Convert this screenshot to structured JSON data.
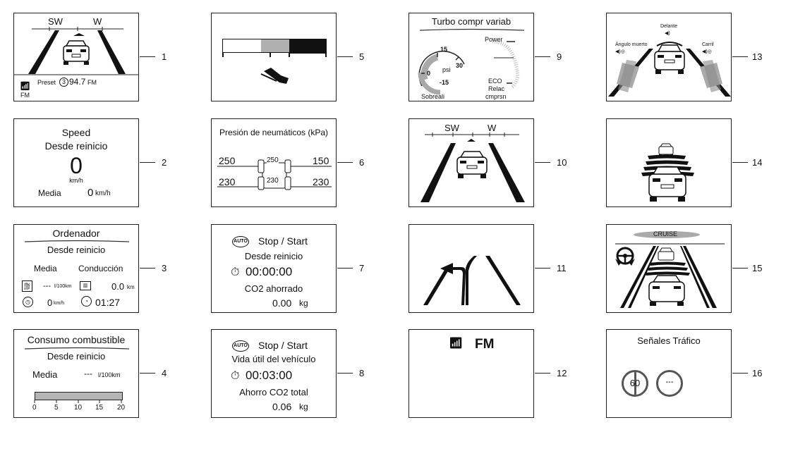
{
  "panels": {
    "p1": {
      "number": "1",
      "compass_sw": "SW",
      "compass_w": "W",
      "preset_label": "Preset",
      "preset_num": "3",
      "station": "94.7",
      "band_unit": "FM",
      "band": "FM"
    },
    "p2": {
      "number": "2",
      "title": "Speed",
      "subtitle": "Desde reinicio",
      "speed": "0",
      "speed_unit": "km/h",
      "avg_label": "Media",
      "avg_value": "0",
      "avg_unit": "km/h"
    },
    "p3": {
      "number": "3",
      "title": "Ordenador",
      "subtitle": "Desde reinicio",
      "col1": "Media",
      "col2": "Conducción",
      "fuel_value": "---",
      "fuel_unit": "l/100km",
      "dist_value": "0.0",
      "dist_unit": "km",
      "speed_value": "0",
      "speed_unit": "km/h",
      "time_value": "01:27"
    },
    "p4": {
      "number": "4",
      "title": "Consumo combustible",
      "subtitle": "Desde reinicio",
      "avg_label": "Media",
      "avg_value": "---",
      "avg_unit": "l/100km",
      "scale": [
        "0",
        "5",
        "10",
        "15",
        "20"
      ]
    },
    "p5": {
      "number": "5"
    },
    "p6": {
      "number": "6",
      "title": "Presión de neumáticos (kPa)",
      "fl": "250",
      "fl_inner": "250",
      "fr": "150",
      "rl": "230",
      "rl_inner": "230",
      "rr": "230"
    },
    "p7": {
      "number": "7",
      "auto": "AUTO",
      "title": "Stop / Start",
      "subtitle": "Desde reinicio",
      "timer": "00:00:00",
      "co2_label": "CO2 ahorrado",
      "co2_value": "0.00",
      "co2_unit": "kg"
    },
    "p8": {
      "number": "8",
      "auto": "AUTO",
      "title": "Stop / Start",
      "subtitle": "Vida útil del vehículo",
      "timer": "00:03:00",
      "co2_label": "Ahorro CO2 total",
      "co2_value": "0.06",
      "co2_unit": "kg"
    },
    "p9": {
      "number": "9",
      "title": "Turbo compr variab",
      "g15": "15",
      "g30": "30",
      "g0": "0",
      "g_15": "-15",
      "psi": "psi",
      "sobre": "Sobreali",
      "power": "Power",
      "eco": "ECO",
      "relac": "Relac",
      "cmprsn": "cmprsn"
    },
    "p10": {
      "number": "10",
      "compass_sw": "SW",
      "compass_w": "W"
    },
    "p11": {
      "number": "11"
    },
    "p12": {
      "number": "12",
      "band": "FM"
    },
    "p13": {
      "number": "13",
      "front": "Delante",
      "blind": "Ángulo muerto",
      "lane": "Carril"
    },
    "p14": {
      "number": "14"
    },
    "p15": {
      "number": "15",
      "cruise": "CRUISE"
    },
    "p16": {
      "number": "16",
      "title": "Señales Tráfico",
      "sign1": "60",
      "sign2": "---"
    }
  }
}
